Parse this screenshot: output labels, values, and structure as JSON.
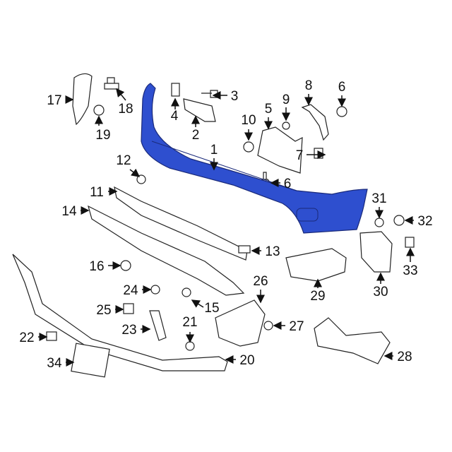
{
  "diagram": {
    "highlight_color": "#2e4fcf",
    "highlighted_part": "1",
    "callouts": [
      "17",
      "18",
      "19",
      "3",
      "4",
      "2",
      "10",
      "5",
      "9",
      "8",
      "6",
      "7",
      "1",
      "6",
      "12",
      "11",
      "14",
      "31",
      "32",
      "13",
      "16",
      "33",
      "26",
      "29",
      "30",
      "24",
      "15",
      "25",
      "21",
      "27",
      "23",
      "22",
      "28",
      "34",
      "20"
    ]
  }
}
